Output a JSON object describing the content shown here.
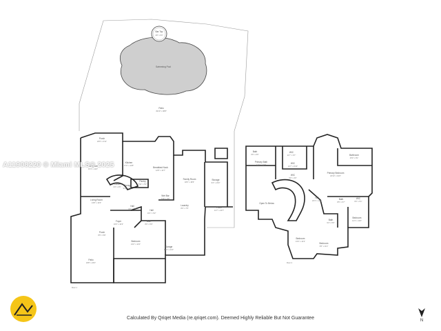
{
  "watermark": "A11908220 © Miami MLS® 2025",
  "footer": "Calculated By Qriqet Media (re.qriqet.com). Deemed Highly Reliable But Not Guarantee",
  "north_label": "N",
  "logo_icon": "qriqet-logo",
  "colors": {
    "logo_bg": "#f5c518",
    "wall": "#222222",
    "pool": "#cfcfcf"
  },
  "outdoor": {
    "bar_top": {
      "name": "Bar Top",
      "dim": "4'8\" x 6'0\""
    },
    "pool": {
      "name": "Swimming Pool"
    },
    "patio": {
      "name": "Patio",
      "dim": "49'10\" x 38'8\""
    }
  },
  "floor1": {
    "label": "Floor 1",
    "rooms": [
      {
        "name": "Porch",
        "dim": "20'6\" x 6'11\""
      },
      {
        "name": "Dining Area",
        "dim": "15'1\" x 11'4\""
      },
      {
        "name": "Kitchen",
        "dim": "17'2\" x 14'8\""
      },
      {
        "name": "Breakfast Nook",
        "dim": "12'8\" x 10'7\""
      },
      {
        "name": "Closet",
        "dim": "4'4\" x 2'6\""
      },
      {
        "name": "Storage",
        "dim": "9'10\" x 9'8\""
      },
      {
        "name": "Pantry",
        "dim": "5'11\" x 5'3\""
      },
      {
        "name": "Family Room",
        "dim": "18'0\" x 18'6\""
      },
      {
        "name": "Storage",
        "dim": "9'4\" x 16'0\""
      },
      {
        "name": "Living Room",
        "dim": "13'8\" x 13'0\""
      },
      {
        "name": "Wet Bar",
        "dim": "7'10\" x 3'0\""
      },
      {
        "name": "Laundry",
        "dim": "8'0\" x 7'5\""
      },
      {
        "name": "Patio",
        "dim": "12'7\" x 20'7\""
      },
      {
        "name": "Foyer",
        "dim": "16'0\" x 10'2\""
      },
      {
        "name": "Hall",
        "dim": "6'0\" x 6'0\""
      },
      {
        "name": "Bath",
        "dim": "8'0\" x 5'9\""
      },
      {
        "name": "Hall",
        "dim": "14'1\" x 6'2\""
      },
      {
        "name": "Porch",
        "dim": "8'5\" x 5'8\""
      },
      {
        "name": "Bedroom",
        "dim": "13'2\" x 14'2\""
      },
      {
        "name": "Garage",
        "dim": "30'4\" x 21'4\""
      },
      {
        "name": "Patio",
        "dim": "18'8\" x 26'4\""
      }
    ]
  },
  "floor2": {
    "label": "Floor 2",
    "rooms": [
      {
        "name": "Bath",
        "dim": "6'6\" x 6'6\""
      },
      {
        "name": "WIC",
        "dim": "11'7\" x 6'7\""
      },
      {
        "name": "Bathroom",
        "dim": "15'9\" x 8'1\""
      },
      {
        "name": "Primary Bath",
        "dim": "11'1\" x 11'4\""
      },
      {
        "name": "WIC",
        "dim": "12'7\" x 6'10\""
      },
      {
        "name": "WIC",
        "dim": "5'0\" x 4'0\""
      },
      {
        "name": "Primary Bedroom",
        "dim": "18'10\" x 19'0\""
      },
      {
        "name": "Open To Below",
        "dim": ""
      },
      {
        "name": "Hall",
        "dim": "23'1\" x 11'6\""
      },
      {
        "name": "Bath",
        "dim": "8'5\" x 5'7\""
      },
      {
        "name": "WIC",
        "dim": "6'6\" x 5'1\""
      },
      {
        "name": "Bedroom",
        "dim": "14'1\" x 11'0\""
      },
      {
        "name": "Bath",
        "dim": "9'4\" x 5'6\""
      },
      {
        "name": "Bedroom",
        "dim": "13'3\" x 14'2\""
      },
      {
        "name": "Bedroom",
        "dim": "9'5\" x 11'2\""
      }
    ]
  }
}
